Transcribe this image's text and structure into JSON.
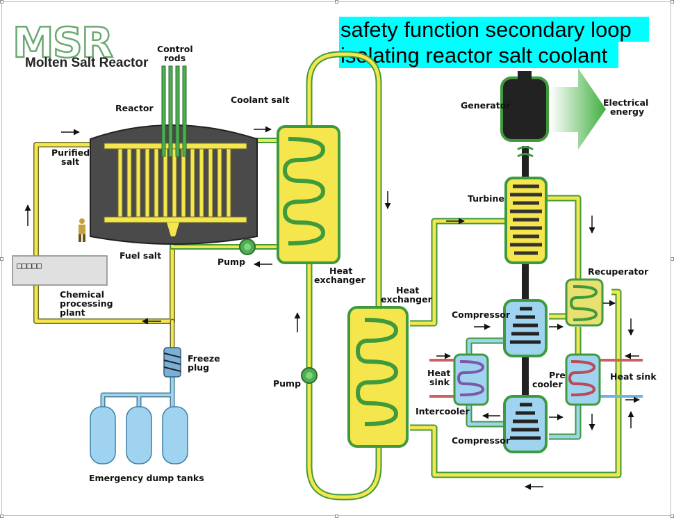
{
  "logo": {
    "mark": "MSR",
    "subtitle": "Molten Salt Reactor"
  },
  "banner": {
    "line1": "safety function secondary loop",
    "line2": "isolating reactor salt coolant",
    "highlight_color": "#00ffff"
  },
  "labels": {
    "control_rods_1": "Control",
    "control_rods_2": "rods",
    "reactor": "Reactor",
    "coolant_salt": "Coolant salt",
    "purified_salt_1": "Purified",
    "purified_salt_2": "salt",
    "fuel_salt": "Fuel salt",
    "pump_primary": "Pump",
    "heat_exchanger_1a": "Heat",
    "heat_exchanger_1b": "exchanger",
    "heat_exchanger_2a": "Heat",
    "heat_exchanger_2b": "exchanger",
    "chemical_1": "Chemical",
    "chemical_2": "processing",
    "chemical_3": "plant",
    "plant_display": "□□□□□",
    "freeze_plug_1": "Freeze",
    "freeze_plug_2": "plug",
    "pump_secondary": "Pump",
    "emergency_tanks": "Emergency dump tanks",
    "generator": "Generator",
    "electrical_1": "Electrical",
    "electrical_2": "energy",
    "turbine": "Turbine",
    "recuperator": "Recuperator",
    "compressor_upper": "Compressor",
    "compressor_lower": "Compressor",
    "heat_sink_left_1": "Heat",
    "heat_sink_left_2": "sink",
    "precooler_1": "Pre",
    "precooler_2": "cooler",
    "heat_sink_right": "Heat sink",
    "intercooler": "Intercooler"
  },
  "colors": {
    "salt_yellow": "#f4e64c",
    "pipe_green": "#3e9a3c",
    "reactor_dark": "#4a4a4a",
    "water_blue": "#9fd3f0",
    "hot_red": "#c94a4a"
  }
}
